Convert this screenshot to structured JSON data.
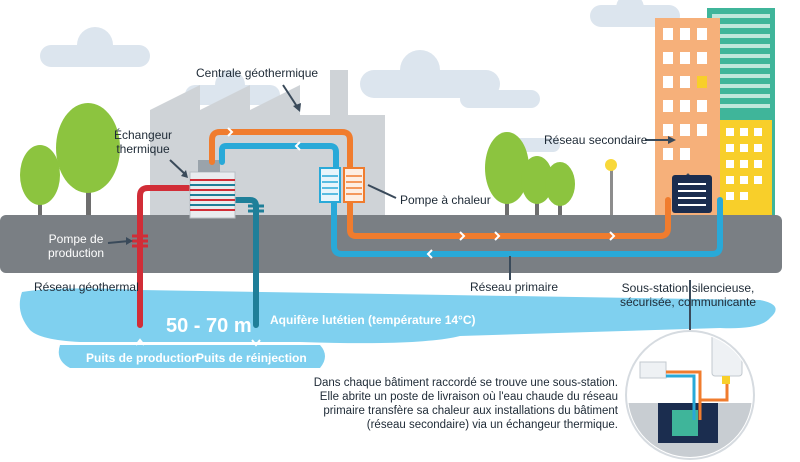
{
  "labels": {
    "centrale": "Centrale géothermique",
    "echangeur_line1": "Échangeur",
    "echangeur_line2": "thermique",
    "reseau_secondaire": "Réseau secondaire",
    "pompe_chaleur": "Pompe à chaleur",
    "pompe_production_line1": "Pompe de",
    "pompe_production_line2": "production",
    "reseau_geothermal": "Réseau géothermal",
    "reseau_primaire": "Réseau primaire",
    "sous_station_line1": "Sous-station silencieuse,",
    "sous_station_line2": "sécurisée, communicante",
    "depth": "50 - 70 m",
    "aquifere": "Aquifère lutétien (température 14°C)",
    "puits_production": "Puits de production",
    "puits_reinjection": "Puits de réinjection"
  },
  "note": {
    "line1": "Dans chaque bâtiment raccordé se trouve une sous-station.",
    "line2": "Elle abrite un poste de livraison où l'eau chaude du réseau",
    "line3": "primaire transfère sa chaleur aux installations du bâtiment",
    "line4": "(réseau secondaire) via un échangeur thermique."
  },
  "colors": {
    "hot_pipe": "#f07c2e",
    "cold_pipe": "#29a9d8",
    "geo_hot_pipe": "#d12d37",
    "geo_cold_pipe": "#1f7f99",
    "ground": "#7a7f84",
    "aquifer": "#7fd0ef",
    "tree": "#8cc43f",
    "building_orange": "#f6b07a",
    "building_teal": "#3fb59a",
    "building_yellow": "#f8cf2a",
    "cloud": "#dce5ee"
  }
}
